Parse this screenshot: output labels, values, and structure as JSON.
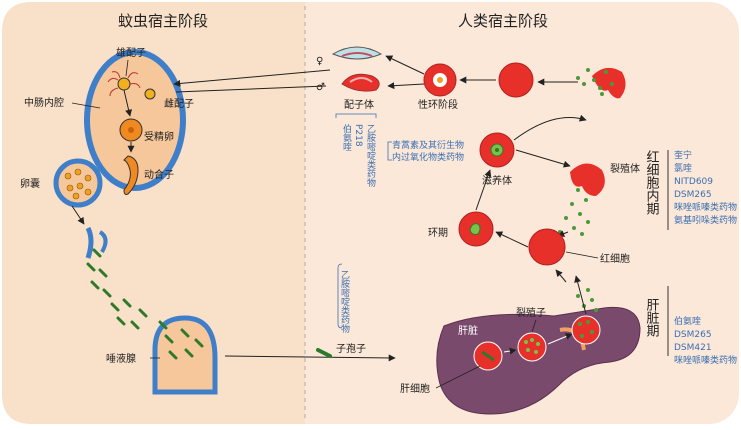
{
  "headers": {
    "mosquito_stage": "蚊虫宿主阶段",
    "human_stage": "人类宿主阶段"
  },
  "mosquito_labels": {
    "male_gamete": "雄配子",
    "female_gamete": "雌配子",
    "midgut_lumen": "中肠内腔",
    "zygote": "受精卵",
    "ookinete": "动合子",
    "oocyst": "卵囊",
    "salivary_gland": "唾液腺"
  },
  "human_labels": {
    "gametocyte": "配子体",
    "sexual_stage": "性环阶段",
    "trophozoite": "滋养体",
    "schizont": "裂殖体",
    "ring_stage": "环期",
    "red_blood_cell": "红细胞",
    "merozoite": "裂殖子",
    "liver": "肝脏",
    "hepatocyte": "肝细胞",
    "sporozoite": "子孢子"
  },
  "symbols": {
    "female": "♀",
    "male": "♂"
  },
  "drugs": {
    "gametocyte_drugs": [
      "伯氨喹",
      "P218",
      "乙胺嘧啶类药物"
    ],
    "mosquito_drugs": [
      "乙胺嘧啶类药物"
    ],
    "trophozoite_drugs": [
      "青蒿素及其衍生物",
      "内过氧化物类药物"
    ],
    "erythrocytic_drugs": [
      "奎宁",
      "氯喹",
      "NITD609",
      "DSM265",
      "咪唑哌嗪类药物",
      "氨基吲哚类药物"
    ],
    "liver_drugs": [
      "伯氨喹",
      "DSM265",
      "DSM421",
      "咪唑哌嗪类药物"
    ]
  },
  "phases": {
    "erythrocytic": "红细胞内期",
    "liver": "肝脏期"
  },
  "colors": {
    "left_bg": "#f9e0c8",
    "right_bg": "#fbe8d8",
    "rbc_red": "#e8302a",
    "membrane_blue": "#3f7fc9",
    "liver_purple": "#7a4a6d",
    "drug_blue": "#3a6fb3",
    "parasite_green": "#4a9a3a"
  }
}
